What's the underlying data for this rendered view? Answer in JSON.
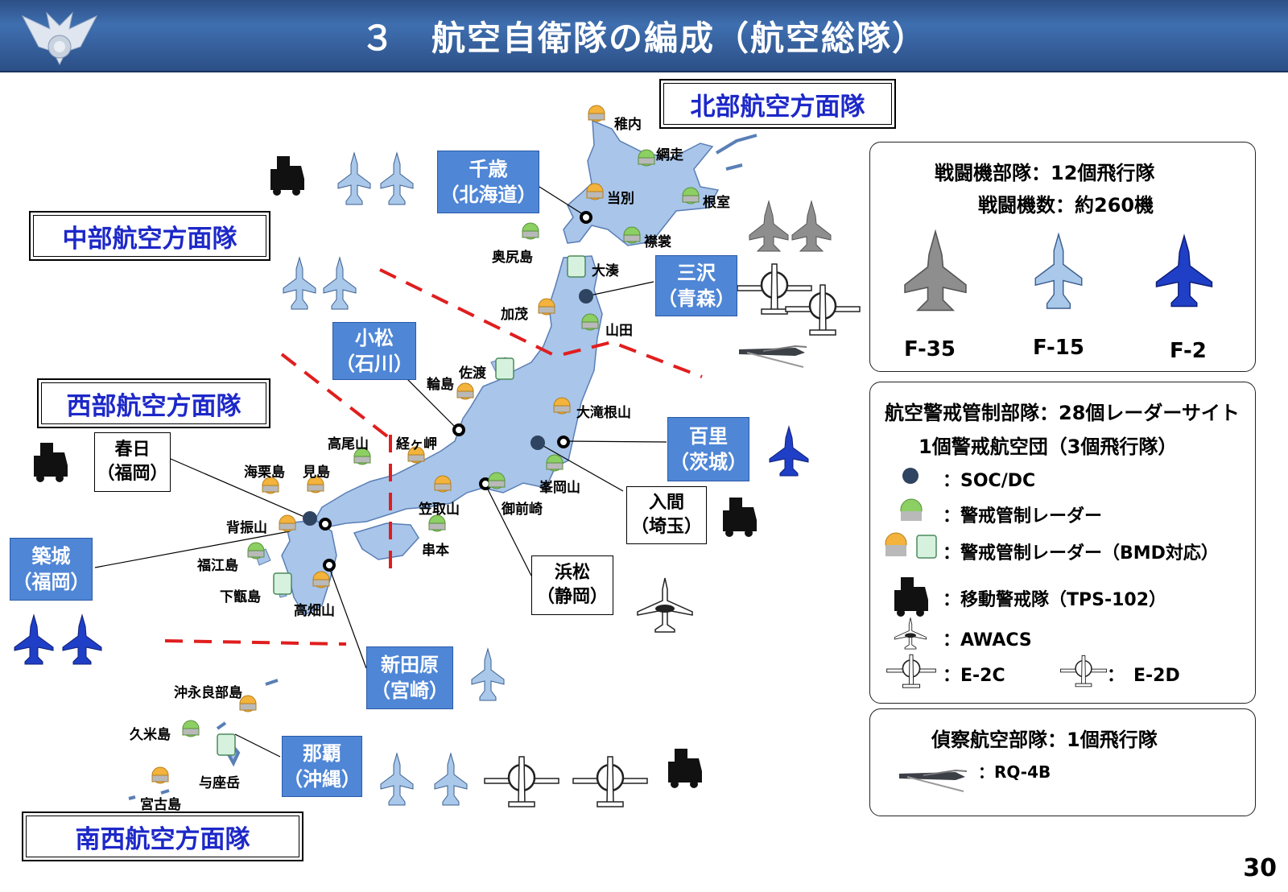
{
  "header": {
    "title": "３　航空自衛隊の編成（航空総隊）"
  },
  "commands": {
    "north": "北部航空方面隊",
    "central": "中部航空方面隊",
    "western": "西部航空方面隊",
    "southwestern": "南西航空方面隊"
  },
  "bases": {
    "chitose": [
      "千歳",
      "（北海道）"
    ],
    "misawa": [
      "三沢",
      "（青森）"
    ],
    "komatsu": [
      "小松",
      "（石川）"
    ],
    "hyakuri": [
      "百里",
      "（茨城）"
    ],
    "iruma": [
      "入間",
      "（埼玉）"
    ],
    "hamamatsu": [
      "浜松",
      "（静岡）"
    ],
    "kasuga": [
      "春日",
      "（福岡）"
    ],
    "tsuiki": [
      "築城",
      "（福岡）"
    ],
    "nyutabaru": [
      "新田原",
      "（宮崎）"
    ],
    "naha": [
      "那覇",
      "（沖縄）"
    ]
  },
  "sites": {
    "wakkanai": "稚内",
    "abashiri": "網走",
    "tobetsu": "当別",
    "nemuro": "根室",
    "erimo": "襟裳",
    "okushiri": "奥尻島",
    "ominato": "大湊",
    "kamo": "加茂",
    "yamada": "山田",
    "wajima": "輪島",
    "sado": "佐渡",
    "otakineyama": "大滝根山",
    "takaoyama": "高尾山",
    "kyogamisaki": "経ヶ岬",
    "mineokayama": "峯岡山",
    "ozurushima": "海栗島",
    "mishima": "見島",
    "kyotoriyama": "笠取山",
    "omaezaki": "御前崎",
    "sefurisan": "背振山",
    "kushimoto": "串本",
    "fukuejima": "福江島",
    "shimokoshikijima": "下甑島",
    "takahatayama": "高畑山",
    "okinoerabujima": "沖永良部島",
    "kumejima": "久米島",
    "yozadake": "与座岳",
    "miyakojima": "宮古島"
  },
  "fighter_panel": {
    "line1": "戦闘機部隊：12個飛行隊",
    "line2": "戦闘機数：約260機",
    "aircraft": [
      "F-35",
      "F-15",
      "F-2"
    ]
  },
  "aew_panel": {
    "line1": "航空警戒管制部隊：28個レーダーサイト",
    "line2": "1個警戒航空団（3個飛行隊）",
    "legend": {
      "soc": "：SOC/DC",
      "radar": "：警戒管制レーダー",
      "bmd": "：警戒管制レーダー（BMD対応）",
      "mobile": "：移動警戒隊（TPS-102）",
      "awacs": "：AWACS",
      "e2c": "：E-2C",
      "e2d": "：　E-2D"
    }
  },
  "recon_panel": {
    "title": "偵察航空部隊：1個飛行隊",
    "rq4": "：RQ-4B"
  },
  "page": {
    "number": "30"
  },
  "colors": {
    "header": "#3a65a6",
    "land": "#a9c5e9",
    "base_box": "#4f86d6",
    "command_text": "#1d28c8",
    "boundary": "#e01e1e",
    "radar_green": "#8ccf63",
    "radar_orange": "#f3b33c",
    "f2_blue": "#1f3fc6"
  }
}
